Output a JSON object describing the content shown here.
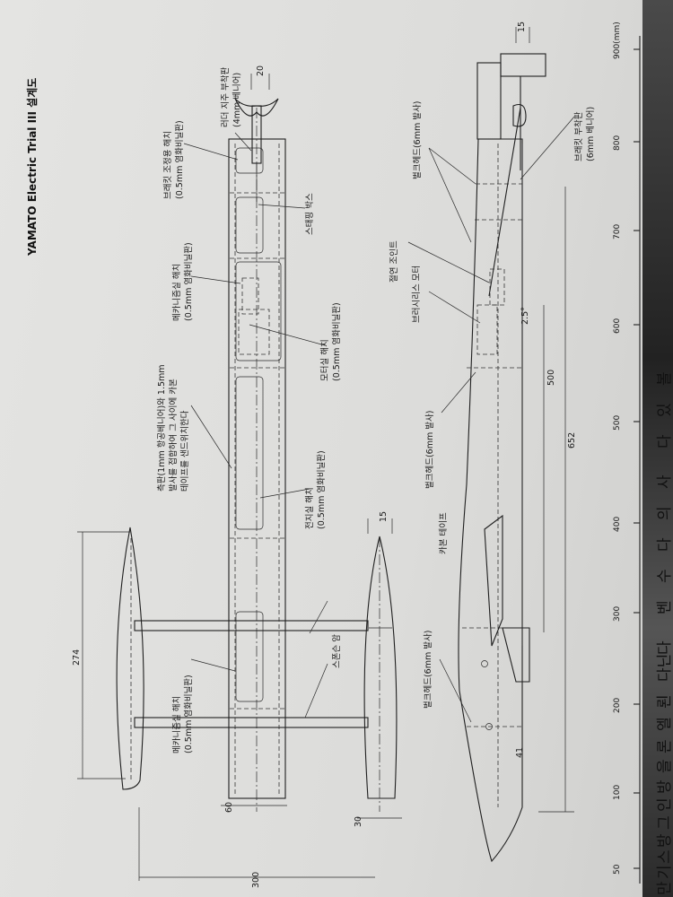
{
  "title": "YAMATO Electric Trial III 설계도",
  "unit_label": "900(mm)",
  "scale_ticks": [
    "50",
    "100",
    "200",
    "300",
    "400",
    "500",
    "600",
    "700",
    "800"
  ],
  "labels": {
    "rudder_bracket": "러더 지주 부착판",
    "rudder_bracket_sub": "(4mm 베니어)",
    "bracket_hatch": "브래킷 조정용 해치",
    "bracket_hatch_sub": "(0.5mm 염화비닐판)",
    "stuffing_box": "스태핑 박스",
    "mech_hatch": "메카니즘실 해치",
    "mech_hatch_sub": "(0.5mm 염화비닐판)",
    "side_plate_1": "측판(1mm 항공베니어)와 1.5mm",
    "side_plate_2": "발사를 접합하여 그 사이에 카본",
    "side_plate_3": "테이프를 샌드위치한다",
    "motor_hatch": "모터실 해치",
    "motor_hatch_sub": "(0.5mm 염화비닐판)",
    "battery_hatch": "전지실 해치",
    "battery_hatch_sub": "(0.5mm 염화비닐판)",
    "mech_hatch_2": "메카니즘실 해치",
    "mech_hatch_2_sub": "(0.5mm 염화비닐판)",
    "sponson_arm": "스폰슨 암",
    "bulkhead_top": "벌크헤드(6mm 발사)",
    "bracket_mount": "브래킷 부착판",
    "bracket_mount_sub": "(6mm 베니어)",
    "flex_joint": "절연 조인트",
    "brushless_motor": "브러시리스 모터",
    "bulkhead_mid": "벌크헤드(6mm 발사)",
    "carbon_tape": "카본 테이프",
    "bulkhead_low": "벌크헤드(6mm 발사)"
  },
  "dimensions": {
    "d20": "20",
    "d15_top": "15",
    "d15_mid": "15",
    "d274": "274",
    "d60": "60",
    "d300": "300",
    "d30": "30",
    "d500": "500",
    "d652": "652",
    "d41": "41",
    "d25deg": "2.5°"
  },
  "side_text": [
    "볼",
    "있",
    "다",
    "사",
    "의",
    "다",
    "수",
    "벤",
    "다",
    "다닌",
    "뢴",
    "엘",
    "론",
    "을",
    "방",
    "인",
    "그",
    "방",
    "스",
    "기",
    "만"
  ],
  "colors": {
    "paper": "#e2e2e0",
    "ink": "#1f1f1f"
  }
}
